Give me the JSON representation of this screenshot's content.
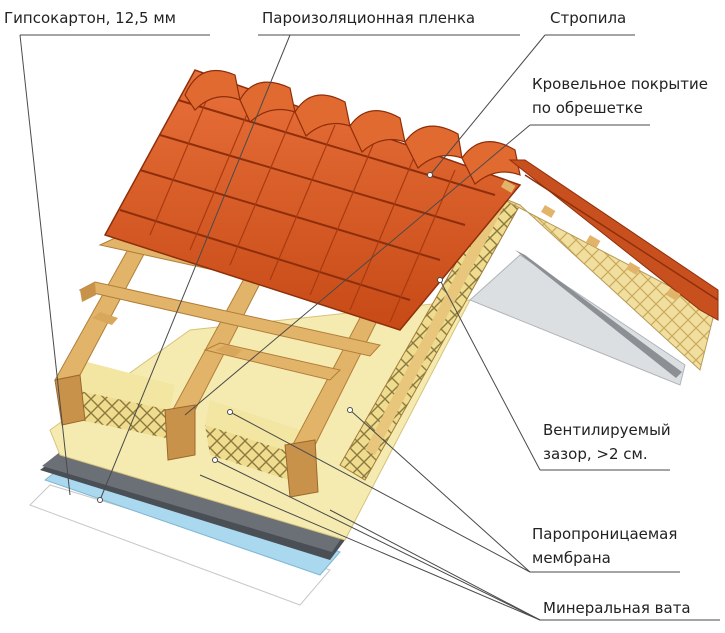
{
  "labels": {
    "drywall": "Гипсокартон, 12,5 мм",
    "vapor_film": "Пароизоляционная пленка",
    "rafters": "Стропила",
    "roofing_line1": "Кровельное покрытие",
    "roofing_line2": "по обрешетке",
    "vent_gap_line1": "Вентилируемый",
    "vent_gap_line2": "зазор, >2 см.",
    "membrane_line1": "Паропроницаемая",
    "membrane_line2": "мембрана",
    "mineral_wool": "Минеральная вата"
  },
  "colors": {
    "tile": "#d8541c",
    "tile_dark": "#a93a10",
    "wood": "#e2b46a",
    "wood_dark": "#b17e38",
    "insulation": "#f5e9a8",
    "membrane": "#dfe9ef",
    "drywall_blue": "#a9d8ef",
    "leader": "#4a4a4a"
  }
}
